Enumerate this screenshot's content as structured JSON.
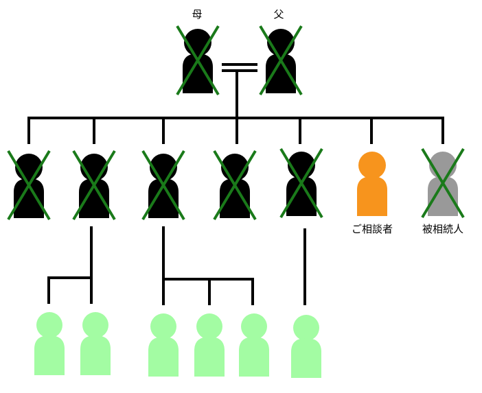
{
  "labels": {
    "mother": "母",
    "father": "父",
    "consultant": "ご相談者",
    "decedent": "被相続人"
  },
  "colors": {
    "deceased": "#000000",
    "cross": "#1a7a1a",
    "consultant": "#f7941d",
    "decedent": "#999999",
    "descendant": "#a3fca3",
    "line": "#000000"
  },
  "people": [
    {
      "id": "mother",
      "role": "parent",
      "status": "deceased"
    },
    {
      "id": "father",
      "role": "parent",
      "status": "deceased"
    },
    {
      "id": "sibling-1",
      "role": "sibling",
      "status": "deceased"
    },
    {
      "id": "sibling-2",
      "role": "sibling",
      "status": "deceased"
    },
    {
      "id": "sibling-3",
      "role": "sibling",
      "status": "deceased"
    },
    {
      "id": "sibling-4",
      "role": "sibling",
      "status": "deceased"
    },
    {
      "id": "sibling-5",
      "role": "sibling",
      "status": "deceased"
    },
    {
      "id": "consultant",
      "role": "sibling",
      "status": "consultant"
    },
    {
      "id": "decedent",
      "role": "sibling",
      "status": "decedent"
    },
    {
      "id": "child-2a",
      "role": "nephew-niece",
      "status": "living",
      "parent": "sibling-2"
    },
    {
      "id": "child-2b",
      "role": "nephew-niece",
      "status": "living",
      "parent": "sibling-2"
    },
    {
      "id": "child-3a",
      "role": "nephew-niece",
      "status": "living",
      "parent": "sibling-3"
    },
    {
      "id": "child-3b",
      "role": "nephew-niece",
      "status": "living",
      "parent": "sibling-3"
    },
    {
      "id": "child-3c",
      "role": "nephew-niece",
      "status": "living",
      "parent": "sibling-3"
    },
    {
      "id": "child-5a",
      "role": "nephew-niece",
      "status": "living",
      "parent": "sibling-5"
    }
  ]
}
